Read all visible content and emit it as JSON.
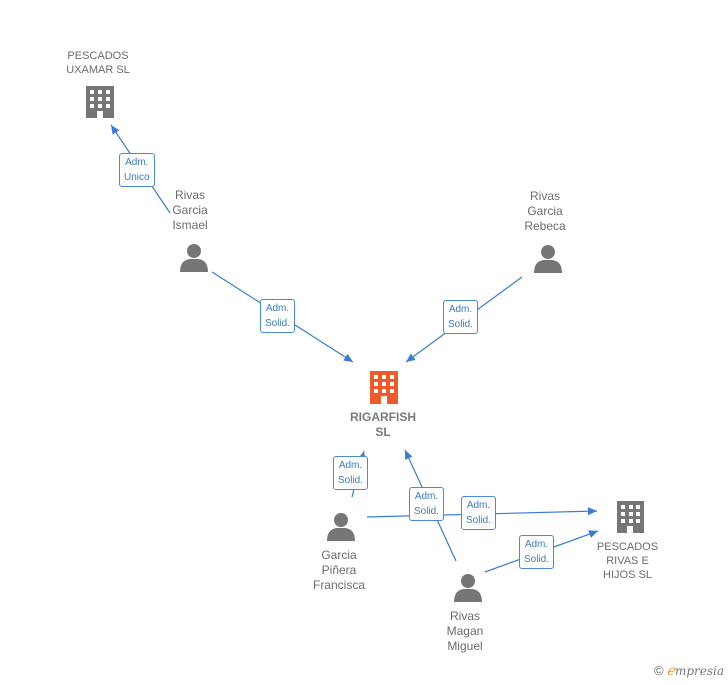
{
  "colors": {
    "edge": "#3a7bd5",
    "icon_gray": "#767676",
    "icon_main": "#f05a28"
  },
  "nodes": {
    "pescados_uxamar": {
      "label": "PESCADOS\nUXAMAR  SL",
      "type": "company"
    },
    "rivas_garcia_ismael": {
      "label": "Rivas\nGarcia\nIsmael",
      "type": "person"
    },
    "rivas_garcia_rebeca": {
      "label": "Rivas\nGarcia\nRebeca",
      "type": "person"
    },
    "rigarfish": {
      "label": "RIGARFISH\nSL",
      "type": "company-main"
    },
    "garcia_pinera": {
      "label": "Garcia\nPiñera\nFrancisca",
      "type": "person"
    },
    "pescados_rivas": {
      "label": "PESCADOS\nRIVAS E\nHIJOS  SL",
      "type": "company"
    },
    "rivas_magan": {
      "label": "Rivas\nMagan\nMiguel",
      "type": "person"
    }
  },
  "edges": {
    "e1": {
      "label": "Adm.\nUnico"
    },
    "e2": {
      "label": "Adm.\nSolid."
    },
    "e3": {
      "label": "Adm.\nSolid."
    },
    "e4": {
      "label": "Adm.\nSolid."
    },
    "e5": {
      "label": "Adm.\nSolid."
    },
    "e6": {
      "label": "Adm.\nSolid."
    },
    "e7": {
      "label": "Adm.\nSolid."
    }
  },
  "brand": {
    "copyright": "©",
    "e": "ℯ",
    "rest": "mpresia"
  }
}
